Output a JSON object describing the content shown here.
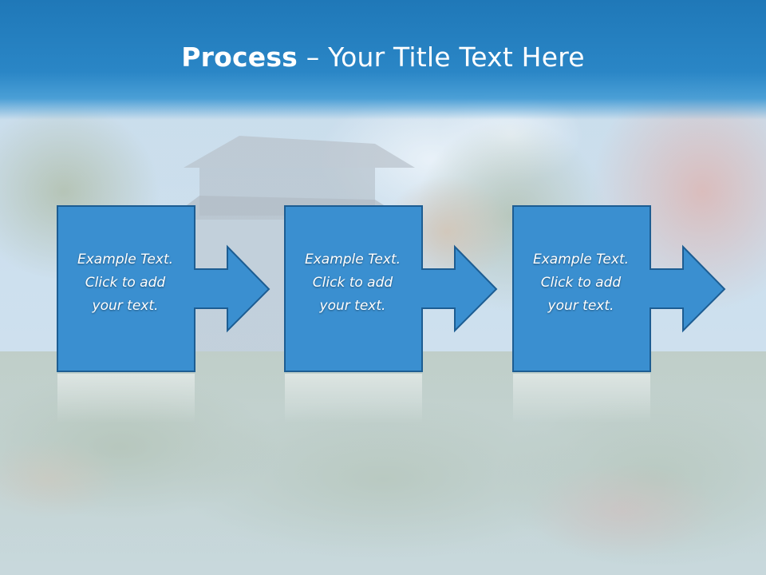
{
  "slide": {
    "title_bold": "Process",
    "title_rest": " – Your Title Text Here",
    "steps": [
      {
        "line1": "Example Text.",
        "line2": "Click  to add",
        "line3": "your text."
      },
      {
        "line1": "Example Text.",
        "line2": "Click  to add",
        "line3": "your text."
      },
      {
        "line1": "Example Text.",
        "line2": "Click  to add",
        "line3": "your text."
      }
    ]
  },
  "colors": {
    "header": "#2a86c6",
    "box_fill": "#3a8fd0",
    "box_stroke": "#1d5d92",
    "text": "#ffffff"
  },
  "icons": [
    "right-arrow-icon"
  ]
}
